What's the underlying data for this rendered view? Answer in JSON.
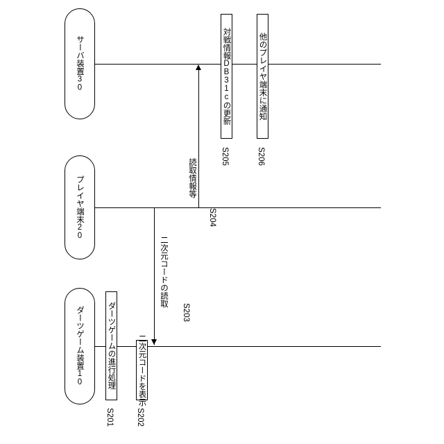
{
  "diagram": {
    "type": "sequence-diagram",
    "orientation": "rotated-90-ccw",
    "lifelines": [
      {
        "id": "game-device",
        "label": "ダーツゲーム装置10"
      },
      {
        "id": "player-terminal",
        "label": "プレイヤ端末20"
      },
      {
        "id": "server-device",
        "label": "サーバ装置30"
      }
    ],
    "processes": [
      {
        "id": "S201",
        "lifeline": "game-device",
        "label": "ダーツゲームの進行処理",
        "step": "S201"
      },
      {
        "id": "S202",
        "lifeline": "game-device",
        "label": "二次元コードを表示",
        "step": "S202"
      },
      {
        "id": "S205",
        "lifeline": "server-device",
        "label": "対戦情報DB31cの更新",
        "step": "S205"
      },
      {
        "id": "S206",
        "lifeline": "server-device",
        "label": "他のプレイヤ端末に通知",
        "step": "S206"
      }
    ],
    "messages": [
      {
        "id": "S203",
        "label": "二次元コードの読取",
        "step": "S203",
        "from": "player-terminal",
        "to": "game-device"
      },
      {
        "id": "S204",
        "label": "読取情報等",
        "step": "S204",
        "from": "player-terminal",
        "to": "server-device"
      }
    ]
  }
}
